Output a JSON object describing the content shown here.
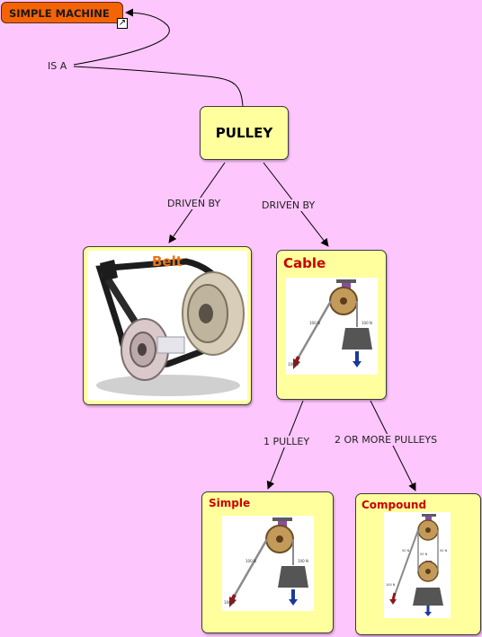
{
  "root": {
    "label": "SIMPLE MACHINE",
    "link_icon": "shortcut-arrow-icon"
  },
  "links": {
    "is_a": "IS A",
    "driven_by_left": "DRIVEN BY",
    "driven_by_right": "DRIVEN BY",
    "one_pulley": "1 PULLEY",
    "two_or_more": "2 OR MORE PULLEYS"
  },
  "pulley": {
    "label": "PULLEY"
  },
  "belt": {
    "label": "Belt",
    "color": "#e8751a"
  },
  "cable": {
    "label": "Cable",
    "color": "#cc0000",
    "figure": {
      "left_force": "100 N",
      "right_force": "100 N",
      "rope_label": "100 N"
    }
  },
  "simple": {
    "label": "Simple",
    "color": "#cc0000",
    "figure": {
      "left_force": "100 N",
      "right_force": "100 N",
      "rope_label": "100 N"
    }
  },
  "compound": {
    "label": "Compound",
    "color": "#cc0000",
    "figure": {
      "f1": "50 N",
      "f2": "50 N",
      "f3": "50 N",
      "f4": "100 N"
    }
  },
  "colors": {
    "background": "#fdc6fc",
    "concept_fill": "#ffff9d",
    "root_fill": "#f46306"
  }
}
